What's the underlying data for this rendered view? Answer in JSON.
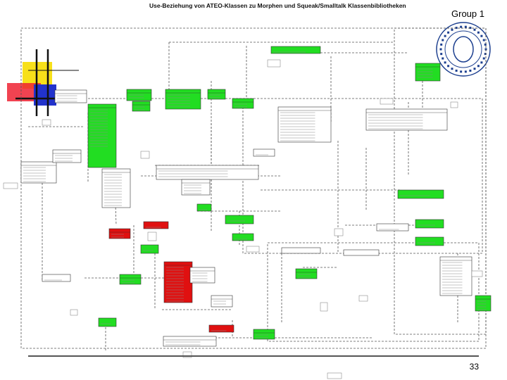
{
  "slide": {
    "title": "Use-Beziehung von ATEO-Klassen zu Morphen und Squeak/Smalltalk Klassenbibliotheken",
    "group_label": "Group 1",
    "page_number": "33"
  },
  "colors": {
    "class_green": "#22dd22",
    "class_red": "#e01010",
    "box_border": "#333333",
    "connector": "#555555",
    "logo_blue": "#1c3f8f",
    "accent_yellow": "#f7e01a",
    "accent_red": "#ee2233",
    "accent_blue": "#2233cc"
  },
  "icons": {
    "logo": "humboldt-university-seal-icon",
    "decoration": "color-blocks-graphic"
  }
}
